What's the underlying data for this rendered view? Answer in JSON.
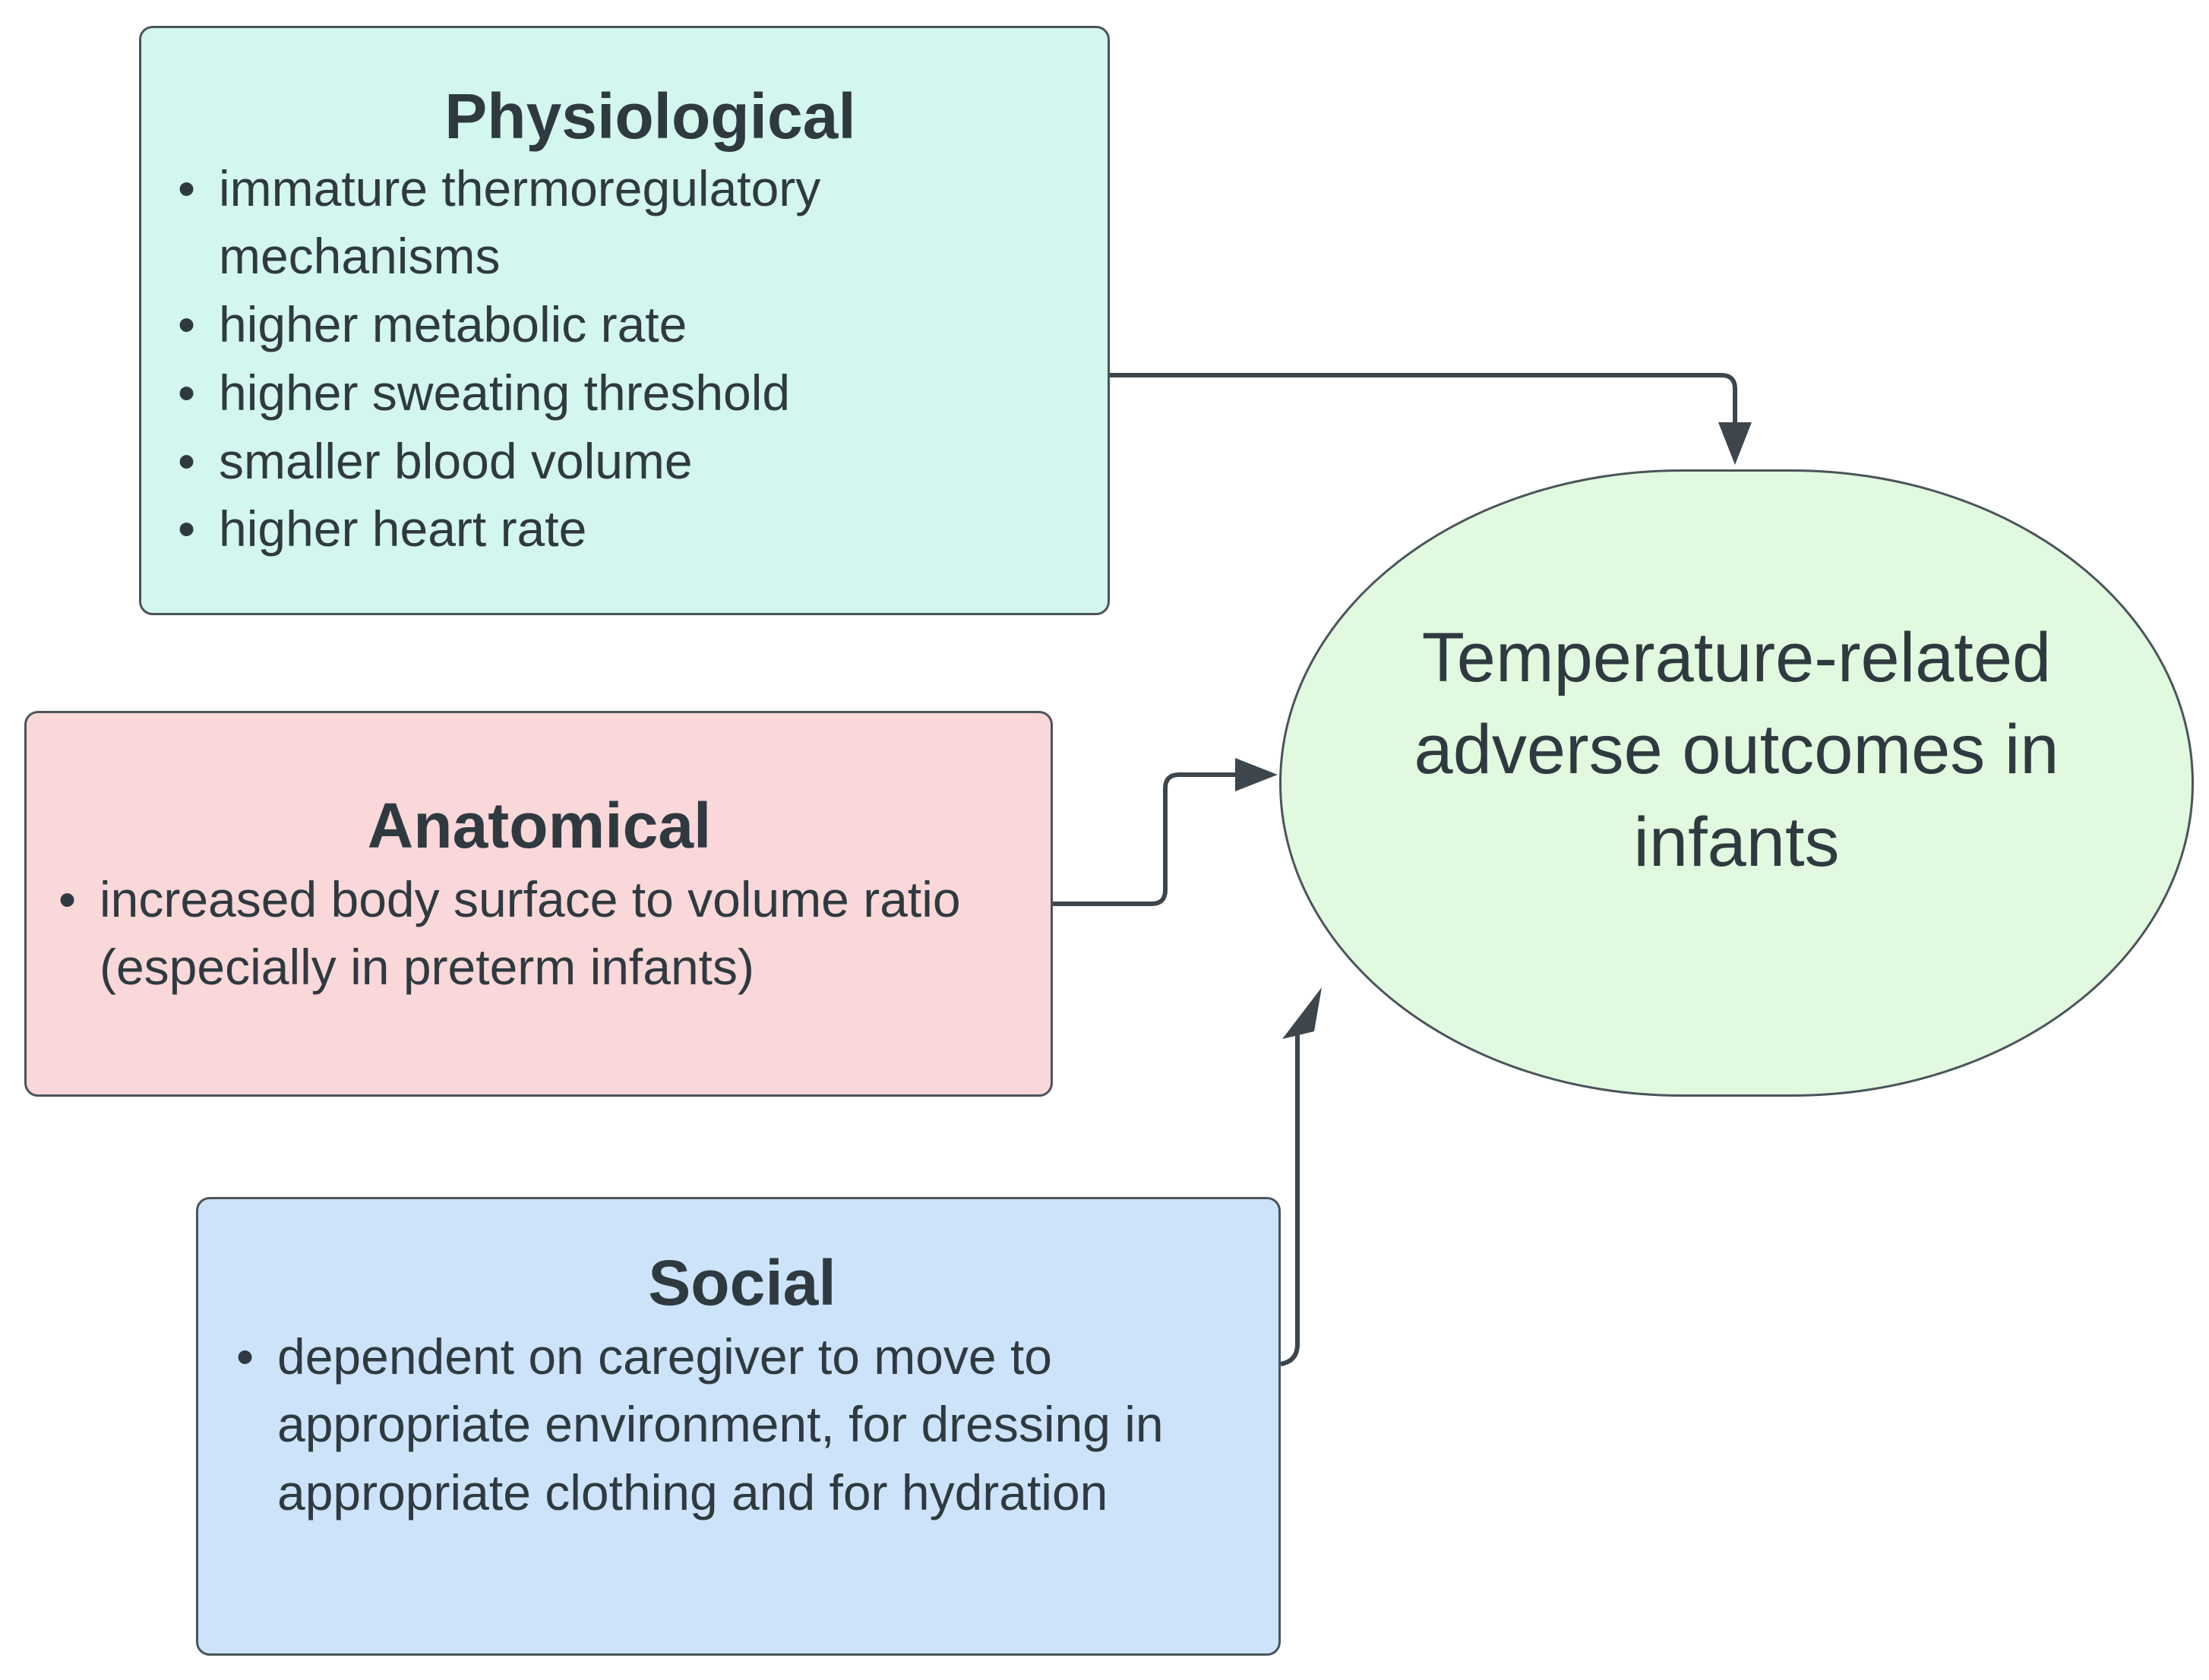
{
  "physiological": {
    "title": "Physiological",
    "items": [
      "immature thermoregulatory mechanisms",
      "higher metabolic rate",
      "higher sweating threshold",
      "smaller blood volume",
      "higher heart rate"
    ]
  },
  "anatomical": {
    "title": "Anatomical",
    "items": [
      "increased body surface to volume ratio (especially in preterm infants)"
    ]
  },
  "social": {
    "title": "Social",
    "items": [
      "dependent on caregiver to move to appropriate environment, for dressing in appropriate clothing and for hydration"
    ]
  },
  "outcome": {
    "label": "Temperature-related adverse outcomes in infants"
  },
  "colors": {
    "physiological_fill": "#d3f6ef",
    "anatomical_fill": "#fad7d8",
    "social_fill": "#cce3fa",
    "outcome_fill": "#e0f9df",
    "connector": "#3d464c"
  }
}
